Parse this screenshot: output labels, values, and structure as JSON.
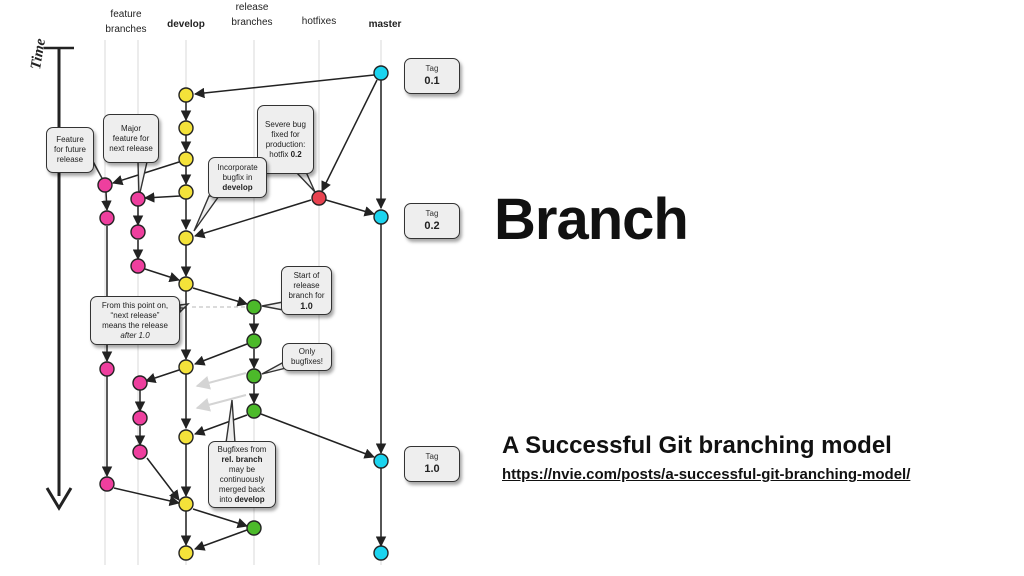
{
  "lanes": {
    "feature": [
      "feature",
      "branches"
    ],
    "develop": "develop",
    "release": [
      "release",
      "branches"
    ],
    "hotfixes": "hotfixes",
    "master": "master"
  },
  "time_label": "Time",
  "callouts": {
    "feature_future": [
      "Feature",
      "for future",
      "release"
    ],
    "major_feature": [
      "Major",
      "feature for",
      "next release"
    ],
    "severe_bug": [
      "Severe bug",
      "fixed for",
      "production:",
      "hotfix 0.2"
    ],
    "incorporate_bugfix": [
      "Incorporate",
      "bugfix in",
      "develop"
    ],
    "start_release": [
      "Start of",
      "release",
      "branch for",
      "1.0"
    ],
    "from_this_point": [
      "From this point on,",
      "“next release”",
      "means the release",
      "after 1.0"
    ],
    "only_bugfixes": [
      "Only",
      "bugfixes!"
    ],
    "bugfixes_from": [
      "Bugfixes from",
      "rel. branch",
      "may be",
      "continuously",
      "merged back",
      "into develop"
    ]
  },
  "tags": [
    {
      "label": "Tag",
      "value": "0.1"
    },
    {
      "label": "Tag",
      "value": "0.2"
    },
    {
      "label": "Tag",
      "value": "1.0"
    }
  ],
  "title": "Branch",
  "subtitle": "A Successful Git branching model",
  "url": "https://nvie.com/posts/a-successful-git-branching-model/",
  "colors": {
    "feature": "#ee3f9e",
    "develop": "#f4e23a",
    "release": "#4cba2a",
    "hotfix": "#e8424f",
    "master": "#1bd4ef"
  }
}
